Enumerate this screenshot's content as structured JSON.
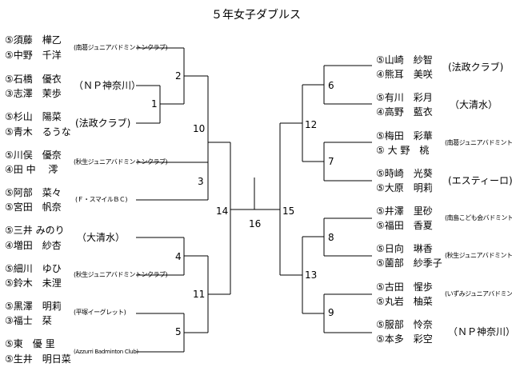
{
  "title": "５年女子ダブルス",
  "left": [
    {
      "p1": "⑤須藤　樺乙",
      "p2": "⑤中野　千洋",
      "club": "(南葛ジュニアバドミントンクラブ)",
      "size": "small"
    },
    {
      "p1": "⑤石橋　優衣",
      "p2": "③志澤　茉歩",
      "club": "（ＮＰ神奈川）",
      "size": "big"
    },
    {
      "p1": "⑤杉山　陽菜",
      "p2": "⑤青木　るうな",
      "club": "(法政クラブ)",
      "size": "big"
    },
    {
      "p1": "⑤川俣　優奈",
      "p2": "④田 中　 澪",
      "club": "(秋生ジュニアバドミントンクラブ)",
      "size": "small"
    },
    {
      "p1": "⑤阿部　菜々",
      "p2": "⑤宮田　帆奈",
      "club": "(Ｆ・スマイルＢＣ)",
      "size": "small"
    },
    {
      "p1": "⑤三井 みのり",
      "p2": "④増田　紗杏",
      "club": "（大清水）",
      "size": "big"
    },
    {
      "p1": "⑤細川　ゆひ",
      "p2": "⑤鈴木　未浬",
      "club": "(秋生ジュニアバドミントンクラブ)",
      "size": "small"
    },
    {
      "p1": "⑤黒澤　明莉",
      "p2": "③福士　栞",
      "club": "(平塚イーグレット)",
      "size": "small"
    },
    {
      "p1": "⑤東　優 里",
      "p2": "⑤生井　明日菜",
      "club": "(Azzurri Badminton Club)",
      "size": "mini"
    }
  ],
  "right": [
    {
      "p1": "⑤山崎　紗智",
      "p2": "④熊耳　美咲",
      "club": "(法政クラブ)",
      "size": "big"
    },
    {
      "p1": "⑤有川　彩月",
      "p2": "④高野　藍衣",
      "club": "（大清水）",
      "size": "big"
    },
    {
      "p1": "⑤梅田　彩華",
      "p2": "⑤ 大 野　桃",
      "club": "(南葛ジュニアバドミントンクラブ)",
      "size": "small"
    },
    {
      "p1": "⑤時崎　光葵",
      "p2": "⑤大原　明莉",
      "club": "(エスティーロ)",
      "size": "big"
    },
    {
      "p1": "⑤井澤　里砂",
      "p2": "⑤福田　香夏",
      "club": "(南島こども会バドミントン部)",
      "size": "small"
    },
    {
      "p1": "⑤日向　琳香",
      "p2": "⑤薗部　紗季子",
      "club": "(秋生ジュニアバドミントンクラブ)",
      "size": "small"
    },
    {
      "p1": "⑤古田　惺歩",
      "p2": "⑤丸岩　柚菜",
      "club": "(いずみジュニアバドミントンクラブ)",
      "size": "small"
    },
    {
      "p1": "⑤服部　怜奈",
      "p2": "⑤本多　彩空",
      "club": "（ＮＰ神奈川）",
      "size": "big"
    }
  ],
  "matches": [
    "1",
    "2",
    "3",
    "4",
    "5",
    "6",
    "7",
    "8",
    "9",
    "10",
    "11",
    "12",
    "13",
    "14",
    "15",
    "16"
  ]
}
